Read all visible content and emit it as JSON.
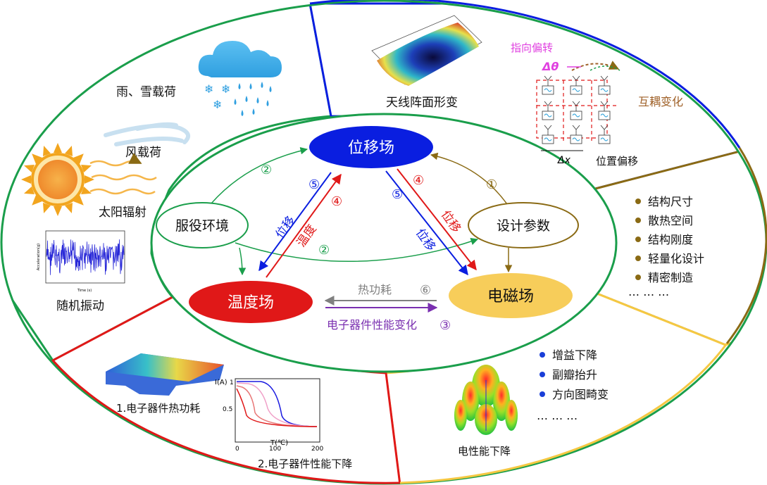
{
  "nodes": {
    "displacement_field": "位移场",
    "temperature_field": "温度场",
    "em_field": "电磁场",
    "service_env": "服役环境",
    "design_params": "设计参数"
  },
  "edges": {
    "c1": "①",
    "c2a": "②",
    "c2b": "②",
    "c4a": "④",
    "c4b": "④",
    "c5a": "⑤",
    "c5b": "⑤",
    "c6": "⑥",
    "c3": "③",
    "disp_label_a": "位移",
    "temp_label": "温度",
    "disp_label_b": "位移",
    "disp_label_c": "位移",
    "heat_power": "热功耗",
    "perf_change": "电子器件性能变化"
  },
  "env": {
    "rain_snow": "雨、雪载荷",
    "wind": "风载荷",
    "solar": "太阳辐射",
    "vibration": "随机振动"
  },
  "antenna": {
    "surface_deform": "天线阵面形变",
    "pointing_dev": "指向偏转",
    "delta_theta": "Δθ",
    "coupling_change": "互耦变化",
    "position_offset": "位置偏移",
    "delta_x": "Δx"
  },
  "design_list": {
    "items": [
      "结构尺寸",
      "散热空间",
      "结构刚度",
      "轻量化设计",
      "精密制造"
    ],
    "ellipsis": "…   …   …"
  },
  "em_perf": {
    "items": [
      "增益下降",
      "副瓣抬升",
      "方向图畸变"
    ],
    "ellipsis": "…   …   …",
    "caption": "电性能下降"
  },
  "thermal": {
    "caption1": "1.电子器件热功耗",
    "caption2": "2.电子器件性能下降",
    "plot": {
      "ylabel": "I(A)",
      "xlabel": "T(℃)",
      "yticks": [
        "1",
        "0.5",
        "0"
      ],
      "xticks": [
        "0",
        "100",
        "200"
      ]
    }
  },
  "vibration_plot": {
    "xlabel": "Time (s)",
    "ylabel": "Acceleration(g)"
  },
  "colors": {
    "green": "#1a9e4b",
    "blue": "#0a1ee0",
    "brown": "#8a6a14",
    "red": "#e01818",
    "gold": "#f5c842",
    "purple": "#7a2fb0",
    "gray": "#808080"
  }
}
